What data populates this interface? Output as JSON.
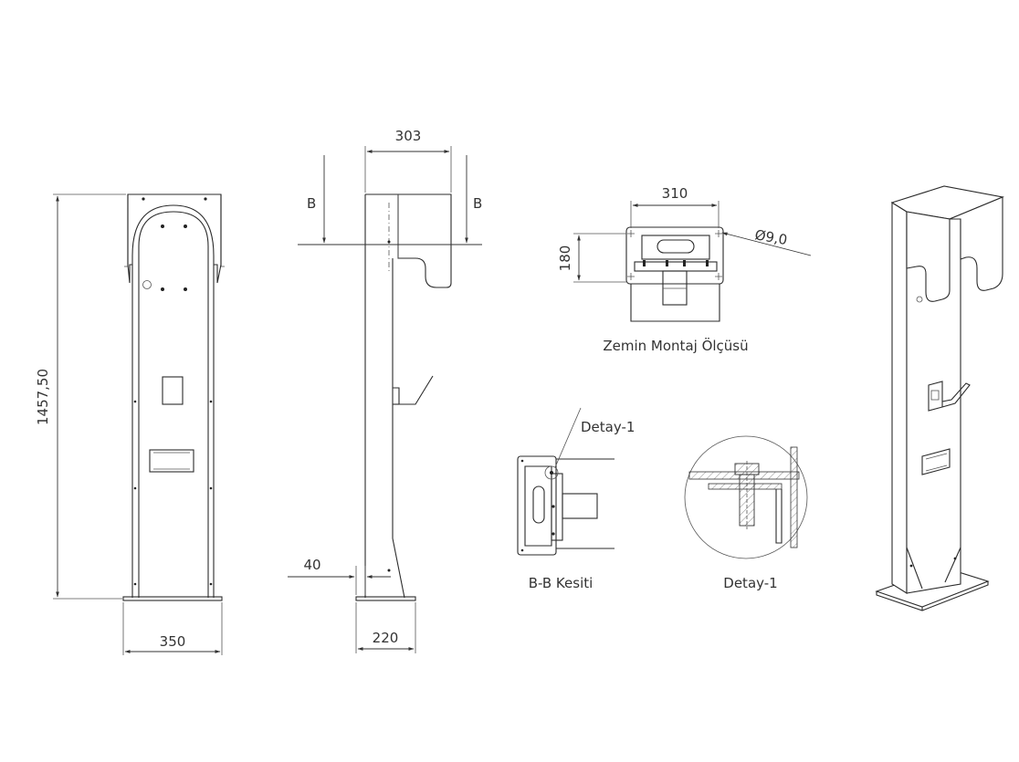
{
  "dimensions": {
    "front_height": "1457,50",
    "front_width": "350",
    "side_top_width": "303",
    "side_offset": "40",
    "side_base_width": "220",
    "mount_width": "310",
    "mount_depth": "180",
    "hole_diameter": "Ø9,0"
  },
  "section_markers": {
    "left": "B",
    "right": "B"
  },
  "labels": {
    "floor_mount": "Zemin Montaj Ölçüsü",
    "detail_callout": "Detay-1",
    "section_view": "B-B Kesiti",
    "detail_view": "Detay-1"
  }
}
